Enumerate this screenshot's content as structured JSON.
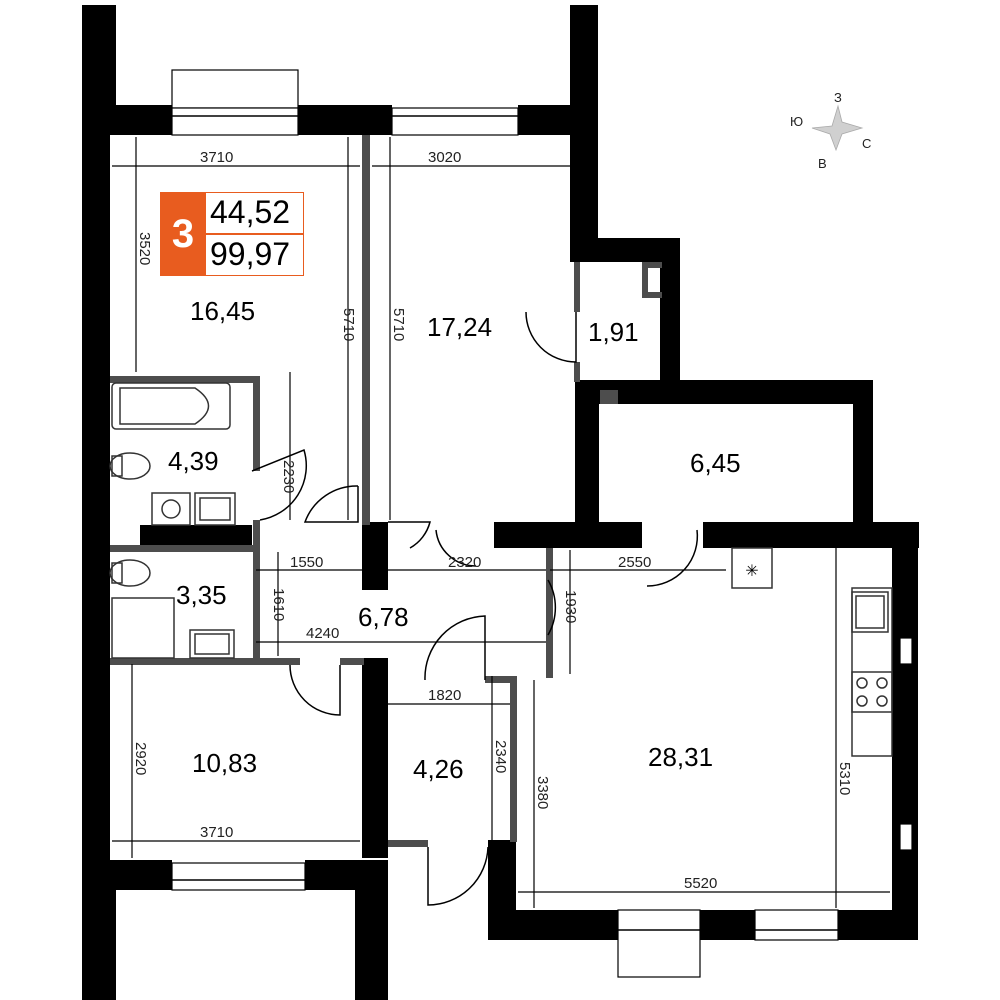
{
  "badge": {
    "rooms": "3",
    "living_area": "44,52",
    "total_area": "99,97"
  },
  "rooms": [
    {
      "id": "bedroom-top-left",
      "area": "16,45"
    },
    {
      "id": "bedroom-top-middle",
      "area": "17,24"
    },
    {
      "id": "closet",
      "area": "1,91"
    },
    {
      "id": "balcony-room",
      "area": "6,45"
    },
    {
      "id": "bathroom",
      "area": "4,39"
    },
    {
      "id": "wc",
      "area": "3,35"
    },
    {
      "id": "hallway",
      "area": "6,78"
    },
    {
      "id": "bedroom-bottom-left",
      "area": "10,83"
    },
    {
      "id": "entry",
      "area": "4,26"
    },
    {
      "id": "kitchen-living",
      "area": "28,31"
    }
  ],
  "dimensions": {
    "top_left_width": "3710",
    "top_middle_width": "3020",
    "top_left_depth": "3520",
    "left_wall_height": "5710",
    "middle_wall_height": "5710",
    "bath_height": "2230",
    "hall_width_a": "1550",
    "hall_width_b": "2320",
    "hall_width_c": "2550",
    "wc_height": "1610",
    "hall_length": "4240",
    "kitchen_offset": "1930",
    "entry_width": "1820",
    "entry_height": "2340",
    "living_height": "3380",
    "kitchen_height": "5310",
    "bottom_left_depth": "2920",
    "bottom_left_width": "3710",
    "living_width": "5520"
  },
  "compass": {
    "north": "З",
    "south": "В",
    "west": "Ю",
    "east": "С"
  }
}
